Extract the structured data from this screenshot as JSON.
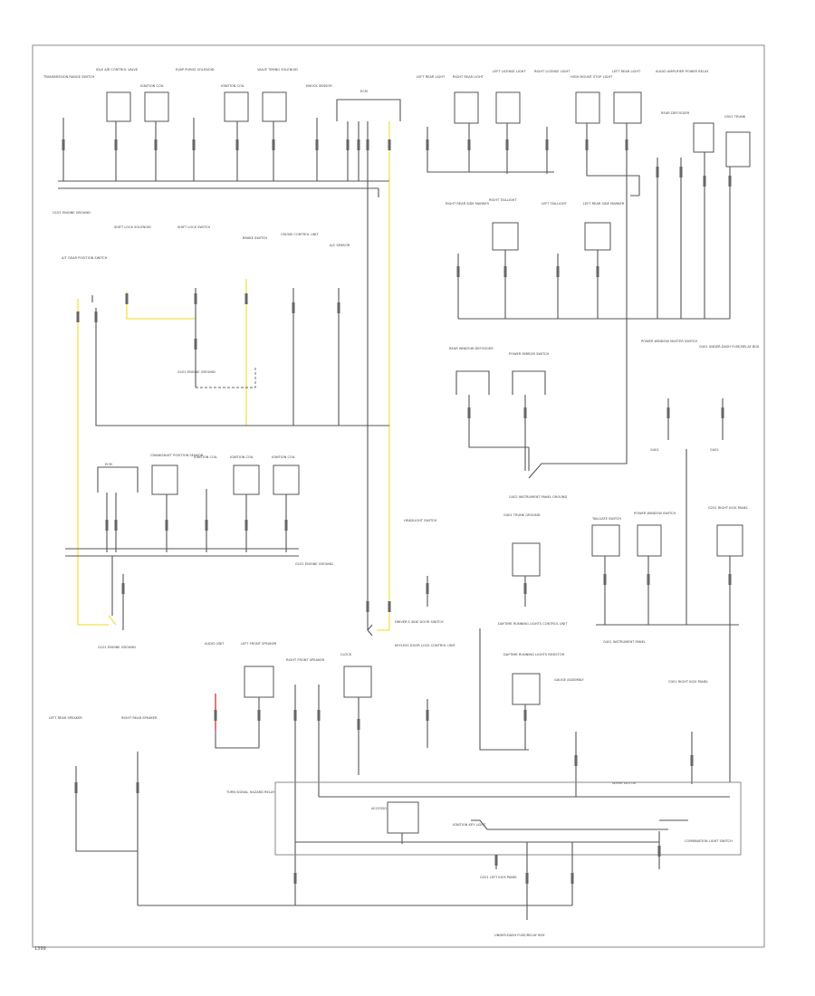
{
  "diagram": {
    "type": "ground distribution wiring diagram",
    "labels": {
      "l01": "TRANSMISSION RANGE SWITCH",
      "l02": "IDLE AIR CONTROL VALVE",
      "l03": "IGNITION COIL",
      "l04": "EVAP PURGE SOLENOID",
      "l05": "IGNITION COIL",
      "l06": "VALVE TIMING SOLENOID",
      "l07": "KNOCK SENSOR",
      "l08": "ECM",
      "l09": "LEFT REAR LIGHT",
      "l10": "RIGHT REAR LIGHT",
      "l11": "LEFT LICENSE LIGHT",
      "l12": "RIGHT LICENSE LIGHT",
      "l13": "HIGH MOUNT STOP LIGHT",
      "l14": "LEFT REAR LIGHT",
      "l15": "AUDIO AMPLIFIER POWER RELAY",
      "l16": "REAR DEFOGGER",
      "l17": "G501 TRUNK",
      "l18": "G101 ENGINE GROUND",
      "l19": "A/T GEAR POSITION SWITCH",
      "l20": "SHIFT LOCK SOLENOID",
      "l21": "SHIFT LOCK SWITCH",
      "l22": "BRAKE SWITCH",
      "l23": "CRUISE CONTROL UNIT",
      "l24": "A/C SENSOR",
      "l25": "G101 ENGINE GROUND",
      "l26": "RIGHT REAR SIDE MARKER",
      "l27": "RIGHT TAILLIGHT",
      "l28": "LEFT TAILLIGHT",
      "l29": "LEFT REAR SIDE MARKER",
      "l30": "REAR WINDOW DEFOGGER",
      "l31": "POWER MIRROR SWITCH",
      "l32": "POWER WINDOW MASTER SWITCH",
      "l33": "ECM",
      "l34": "CRANKSHAFT POSITION SENSOR",
      "l35": "IGNITION COIL",
      "l36": "IGNITION COIL",
      "l37": "IGNITION COIL",
      "l38": "G101 ENGINE GROUND",
      "l39": "G101 ENGINE GROUND",
      "l40": "HEADLIGHT SWITCH",
      "l41": "G401 TRUNK GROUND",
      "l42": "G401 UNDER-DASH FUSE/RELAY BOX",
      "l43": "DRIVER'S SIDE DOOR SWITCH",
      "l44": "DAYTIME RUNNING LIGHTS CONTROL UNIT",
      "l45": "AUDIO UNIT",
      "l46": "LEFT FRONT SPEAKER",
      "l47": "RIGHT FRONT SPEAKER",
      "l48": "CLOCK",
      "l49": "G402 INSTRUMENT PANEL GROUND",
      "l50": "LEFT REAR SPEAKER",
      "l51": "RIGHT REAR SPEAKER",
      "l52": "TAILGATE SWITCH",
      "l53": "POWER WINDOW SWITCH",
      "l54": "G201 RIGHT KICK PANEL",
      "l55": "UNDER-DASH FUSE/RELAY BOX",
      "l56": "GAUGE ASSEMBLY",
      "l57": "G301 RIGHT KICK PANEL",
      "l58": "TURN SIGNAL HAZARD RELAY",
      "l59": "ACCESSORY POWER SOCKET",
      "l60": "KEYLESS DOOR LOCK CONTROL UNIT",
      "l61": "DAYTIME RUNNING LIGHTS RESISTOR",
      "l62": "G201 LEFT KICK PANEL",
      "l63": "COMBINATION LIGHT SWITCH",
      "l64": "WIPER MOTOR",
      "l65": "G401",
      "l66": "IGNITION KEY LIGHT",
      "l67": "G402",
      "l68": "G401 INSTRUMENT PANEL"
    }
  },
  "footer": {
    "code": "1399"
  }
}
